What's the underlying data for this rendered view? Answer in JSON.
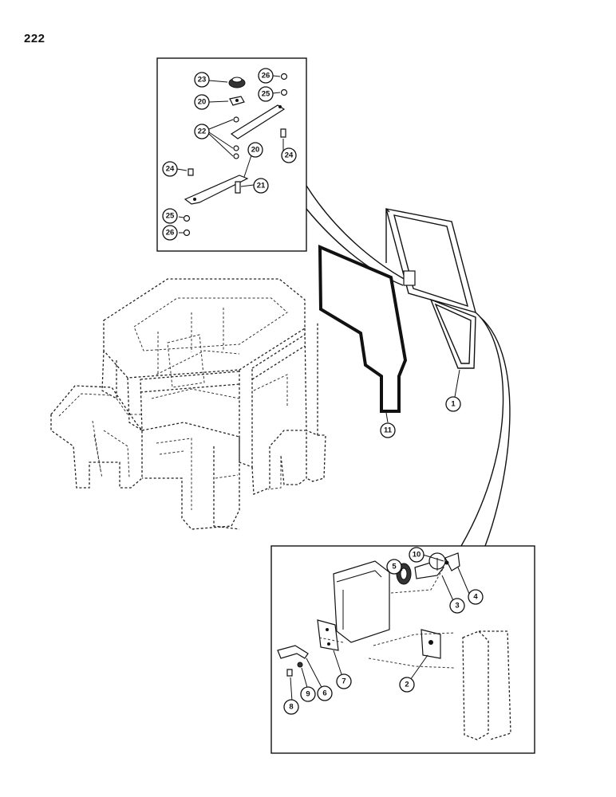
{
  "page": {
    "number": "222"
  },
  "callouts": {
    "main": [
      {
        "id": "11",
        "label": "11"
      },
      {
        "id": "1",
        "label": "1"
      }
    ],
    "hinge_inset": [
      {
        "id": "23",
        "label": "23"
      },
      {
        "id": "26a",
        "label": "26"
      },
      {
        "id": "20a",
        "label": "20"
      },
      {
        "id": "25a",
        "label": "25"
      },
      {
        "id": "22",
        "label": "22"
      },
      {
        "id": "24a",
        "label": "24"
      },
      {
        "id": "20b",
        "label": "20"
      },
      {
        "id": "24b",
        "label": "24"
      },
      {
        "id": "21",
        "label": "21"
      },
      {
        "id": "25b",
        "label": "25"
      },
      {
        "id": "26b",
        "label": "26"
      }
    ],
    "latch_inset": [
      {
        "id": "10",
        "label": "10"
      },
      {
        "id": "5",
        "label": "5"
      },
      {
        "id": "4",
        "label": "4"
      },
      {
        "id": "3",
        "label": "3"
      },
      {
        "id": "7",
        "label": "7"
      },
      {
        "id": "2",
        "label": "2"
      },
      {
        "id": "6",
        "label": "6"
      },
      {
        "id": "9",
        "label": "9"
      },
      {
        "id": "8",
        "label": "8"
      }
    ]
  }
}
